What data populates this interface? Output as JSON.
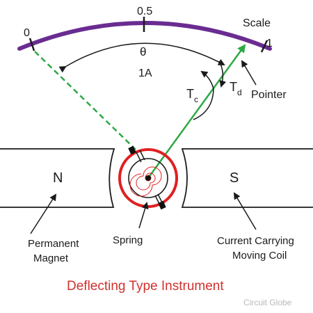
{
  "scale": {
    "label": "Scale",
    "tick_zero": "0",
    "tick_half": "0.5",
    "tick_one": "1"
  },
  "angle": {
    "symbol": "θ",
    "current": "1A"
  },
  "torque": {
    "controlling_base": "T",
    "controlling_sub": "c",
    "deflecting_base": "T",
    "deflecting_sub": "d"
  },
  "magnet": {
    "north": "N",
    "south": "S"
  },
  "labels": {
    "pointer": "Pointer",
    "spring": "Spring",
    "permanent_magnet_line1": "Permanent",
    "permanent_magnet_line2": "Magnet",
    "coil_line1": "Current Carrying",
    "coil_line2": "Moving Coil"
  },
  "caption": "Deflecting Type Instrument",
  "watermark": "Circuit Globe",
  "colors": {
    "scale_arc": "#6a2c91",
    "pointer": "#2ea844",
    "coil": "#e02020",
    "caption": "#d0312d",
    "ink": "#1a1a1a"
  }
}
